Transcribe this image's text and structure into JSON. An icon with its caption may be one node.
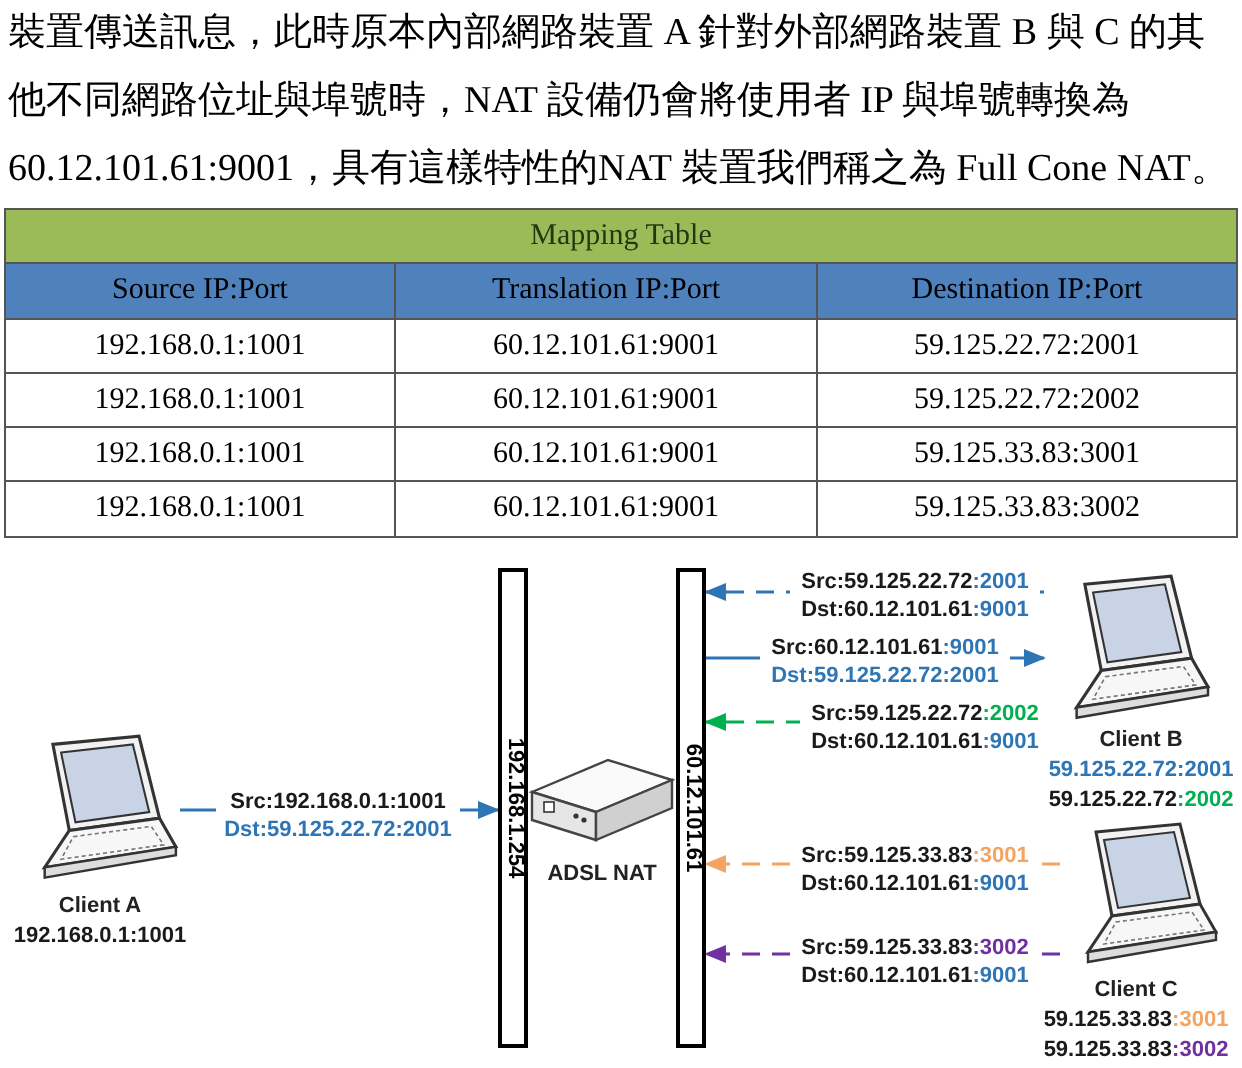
{
  "diagram": {
    "nodes": [
      {
        "text": [],
        "shape": "picture",
        "beside": [
          "Client A",
          "192.168.0.1:1001"
        ]
      },
      {
        "text": [
          "192.168.1.254"
        ]
      },
      {
        "text": [],
        "shape": "picture",
        "beside": [
          "ADSL NAT"
        ]
      },
      {
        "text": [
          "60.12.101.61"
        ]
      },
      {
        "text": [],
        "shape": "picture",
        "beside": [
          "Client B",
          "59.125.22.72:2001",
          "59.125.22.72:2002"
        ]
      },
      {
        "text": [],
        "shape": "picture",
        "beside": [
          "Client C",
          "59.125.33.83:3001",
          "59.125.33.83:3002"
        ]
      }
    ],
    "edges": [
      {
        "from": 0,
        "to": 1,
        "arrow": "to",
        "label": "Src:192.168.0.1:1001 Dst:59.125.22.72:2001",
        "color": "#2e75b6"
      },
      {
        "from": 4,
        "to": 3,
        "arrow": "to",
        "label": "Src:59.125.22.72:2001 Dst:60.12.101.61:9001",
        "style": "dashed",
        "color": "#2e75b6"
      },
      {
        "from": 3,
        "to": 4,
        "arrow": "to",
        "label": "Src:60.12.101.61:9001 Dst:59.125.22.72:2001",
        "color": "#2e75b6"
      },
      {
        "from": 4,
        "to": 3,
        "arrow": "to",
        "label": "Src:59.125.22.72:2002 Dst:60.12.101.61:9001",
        "style": "dashed",
        "color": "#00b050"
      },
      {
        "from": 5,
        "to": 3,
        "arrow": "to",
        "label": "Src:59.125.33.83:3001 Dst:60.12.101.61:9001",
        "style": "dashed",
        "color": "#f4a460"
      },
      {
        "from": 5,
        "to": 3,
        "arrow": "to",
        "label": "Src:59.125.33.83:3002 Dst:60.12.101.61:9001",
        "style": "dashed",
        "color": "#7030a0"
      }
    ],
    "labels": [
      "裝置傳送訊息，此時原本內部網路裝置 A 針對外部網路裝置 B 與 C 的其他不同網路位址與埠號時，NAT 設備仍會將使用者 IP 與埠號轉換為 60.12.101.61:9001，具有這樣特性的NAT 裝置我們稱之為 Full Cone NAT。",
      "Mapping Table",
      "Source IP:Port",
      "Translation IP:Port",
      "Destination IP:Port",
      "192.168.0.1:1001",
      "60.12.101.61:9001",
      "59.125.22.72:2001",
      "192.168.0.1:1001",
      "60.12.101.61:9001",
      "59.125.22.72:2002",
      "192.168.0.1:1001",
      "60.12.101.61:9001",
      "59.125.33.83:3001",
      "192.168.0.1:1001",
      "60.12.101.61:9001",
      "59.125.33.83:3002"
    ]
  }
}
